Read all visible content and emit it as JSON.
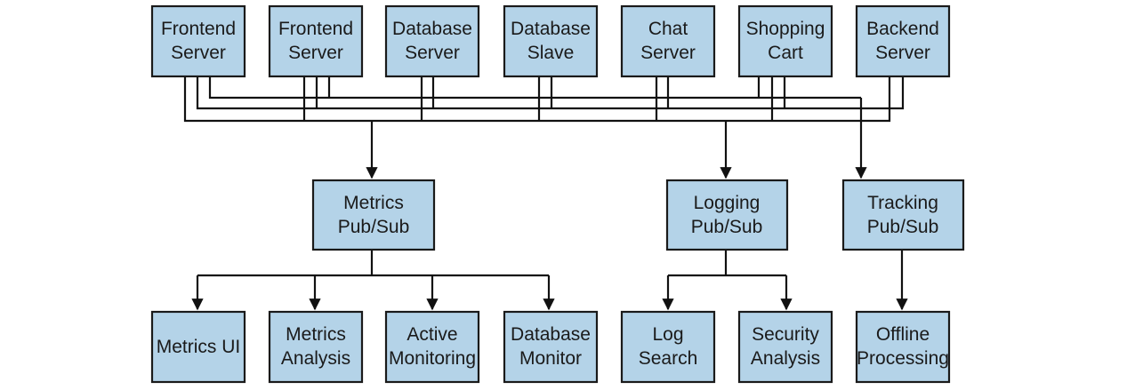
{
  "colors": {
    "box_fill": "#b4d3e8",
    "box_stroke": "#1a1a1a",
    "line": "#111111",
    "background": "#ffffff"
  },
  "nodes": {
    "frontend_server_1": [
      "Frontend",
      "Server"
    ],
    "frontend_server_2": [
      "Frontend",
      "Server"
    ],
    "database_server": [
      "Database",
      "Server"
    ],
    "database_slave": [
      "Database",
      "Slave"
    ],
    "chat_server": [
      "Chat",
      "Server"
    ],
    "shopping_cart": [
      "Shopping",
      "Cart"
    ],
    "backend_server": [
      "Backend",
      "Server"
    ],
    "metrics_pubsub": [
      "Metrics",
      "Pub/Sub"
    ],
    "logging_pubsub": [
      "Logging",
      "Pub/Sub"
    ],
    "tracking_pubsub": [
      "Tracking",
      "Pub/Sub"
    ],
    "metrics_ui": [
      "Metrics UI"
    ],
    "metrics_analysis": [
      "Metrics",
      "Analysis"
    ],
    "active_monitoring": [
      "Active",
      "Monitoring"
    ],
    "database_monitor": [
      "Database",
      "Monitor"
    ],
    "log_search": [
      "Log",
      "Search"
    ],
    "security_analysis": [
      "Security",
      "Analysis"
    ],
    "offline_processing": [
      "Offline",
      "Processing"
    ]
  },
  "edges": [
    [
      "frontend_server_1",
      "metrics_pubsub"
    ],
    [
      "frontend_server_1",
      "logging_pubsub"
    ],
    [
      "frontend_server_1",
      "tracking_pubsub"
    ],
    [
      "frontend_server_2",
      "metrics_pubsub"
    ],
    [
      "frontend_server_2",
      "logging_pubsub"
    ],
    [
      "frontend_server_2",
      "tracking_pubsub"
    ],
    [
      "database_server",
      "metrics_pubsub"
    ],
    [
      "database_server",
      "logging_pubsub"
    ],
    [
      "database_slave",
      "metrics_pubsub"
    ],
    [
      "database_slave",
      "logging_pubsub"
    ],
    [
      "chat_server",
      "metrics_pubsub"
    ],
    [
      "chat_server",
      "logging_pubsub"
    ],
    [
      "shopping_cart",
      "metrics_pubsub"
    ],
    [
      "shopping_cart",
      "logging_pubsub"
    ],
    [
      "shopping_cart",
      "tracking_pubsub"
    ],
    [
      "backend_server",
      "metrics_pubsub"
    ],
    [
      "backend_server",
      "logging_pubsub"
    ],
    [
      "metrics_pubsub",
      "metrics_ui"
    ],
    [
      "metrics_pubsub",
      "metrics_analysis"
    ],
    [
      "metrics_pubsub",
      "active_monitoring"
    ],
    [
      "metrics_pubsub",
      "database_monitor"
    ],
    [
      "logging_pubsub",
      "log_search"
    ],
    [
      "logging_pubsub",
      "security_analysis"
    ],
    [
      "tracking_pubsub",
      "offline_processing"
    ]
  ]
}
